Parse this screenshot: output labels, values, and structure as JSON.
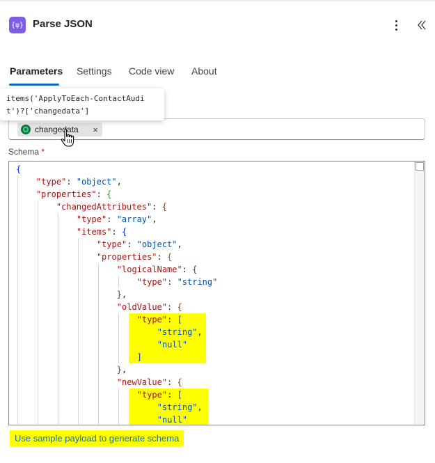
{
  "header": {
    "icon_glyph": "{ψ}",
    "title": "Parse JSON"
  },
  "tabs": [
    {
      "label": "Parameters",
      "active": true
    },
    {
      "label": "Settings",
      "active": false
    },
    {
      "label": "Code view",
      "active": false
    },
    {
      "label": "About",
      "active": false
    }
  ],
  "tooltip": {
    "line1": "items('ApplyToEach-ContactAudi",
    "line2": "t')?['changedata']"
  },
  "content": {
    "token_label": "changedata",
    "remove_glyph": "×"
  },
  "schema": {
    "label": "Schema",
    "required_marker": "*"
  },
  "code_lines": [
    {
      "segs": [
        {
          "t": "{",
          "c": "b1"
        }
      ]
    },
    {
      "segs": [
        {
          "t": "\"type\"",
          "c": "k"
        },
        {
          "t": ": ",
          "c": "p"
        },
        {
          "t": "\"object\"",
          "c": "s"
        },
        {
          "t": ",",
          "c": "p"
        }
      ]
    },
    {
      "segs": [
        {
          "t": "\"properties\"",
          "c": "k"
        },
        {
          "t": ": ",
          "c": "p"
        },
        {
          "t": "{",
          "c": "b2"
        }
      ]
    },
    {
      "segs": [
        {
          "t": "\"changedAttributes\"",
          "c": "k"
        },
        {
          "t": ": ",
          "c": "p"
        },
        {
          "t": "{",
          "c": "b3"
        }
      ]
    },
    {
      "segs": [
        {
          "t": "\"type\"",
          "c": "k"
        },
        {
          "t": ": ",
          "c": "p"
        },
        {
          "t": "\"array\"",
          "c": "s"
        },
        {
          "t": ",",
          "c": "p"
        }
      ]
    },
    {
      "segs": [
        {
          "t": "\"items\"",
          "c": "k"
        },
        {
          "t": ": ",
          "c": "p"
        },
        {
          "t": "{",
          "c": "b1"
        }
      ]
    },
    {
      "segs": [
        {
          "t": "\"type\"",
          "c": "k"
        },
        {
          "t": ": ",
          "c": "p"
        },
        {
          "t": "\"object\"",
          "c": "s"
        },
        {
          "t": ",",
          "c": "p"
        }
      ]
    },
    {
      "segs": [
        {
          "t": "\"properties\"",
          "c": "k"
        },
        {
          "t": ": ",
          "c": "p"
        },
        {
          "t": "{",
          "c": "b2"
        }
      ]
    },
    {
      "segs": [
        {
          "t": "\"logicalName\"",
          "c": "k"
        },
        {
          "t": ": ",
          "c": "p"
        },
        {
          "t": "{",
          "c": "b3"
        }
      ]
    },
    {
      "segs": [
        {
          "t": "\"type\"",
          "c": "k"
        },
        {
          "t": ": ",
          "c": "p"
        },
        {
          "t": "\"string\"",
          "c": "s"
        }
      ]
    },
    {
      "segs": [
        {
          "t": "}",
          "c": "b3"
        },
        {
          "t": ",",
          "c": "p"
        }
      ]
    },
    {
      "segs": [
        {
          "t": "\"oldValue\"",
          "c": "k"
        },
        {
          "t": ": ",
          "c": "p"
        },
        {
          "t": "{",
          "c": "b3"
        }
      ]
    },
    {
      "segs": [
        {
          "t": "\"type\"",
          "c": "k"
        },
        {
          "t": ": ",
          "c": "p"
        },
        {
          "t": "[",
          "c": "b1"
        }
      ]
    },
    {
      "segs": [
        {
          "t": "\"string\"",
          "c": "s"
        },
        {
          "t": ",",
          "c": "p"
        }
      ]
    },
    {
      "segs": [
        {
          "t": "\"null\"",
          "c": "s"
        }
      ]
    },
    {
      "segs": [
        {
          "t": "]",
          "c": "b1"
        }
      ]
    },
    {
      "segs": [
        {
          "t": "}",
          "c": "b3"
        },
        {
          "t": ",",
          "c": "p"
        }
      ]
    },
    {
      "segs": [
        {
          "t": "\"newValue\"",
          "c": "k"
        },
        {
          "t": ": ",
          "c": "p"
        },
        {
          "t": "{",
          "c": "b3"
        }
      ]
    },
    {
      "segs": [
        {
          "t": "\"type\"",
          "c": "k"
        },
        {
          "t": ": ",
          "c": "p"
        },
        {
          "t": "[",
          "c": "b1"
        }
      ]
    },
    {
      "segs": [
        {
          "t": "\"string\"",
          "c": "s"
        },
        {
          "t": ",",
          "c": "p"
        }
      ]
    },
    {
      "segs": [
        {
          "t": "\"null\"",
          "c": "s"
        }
      ]
    }
  ],
  "sample_link": "Use sample payload to generate schema",
  "colors": {
    "accent": "#0f6cbd",
    "action_icon": "#7d5ce6",
    "highlight": "#ffff00",
    "json_key": "#a31515",
    "json_string": "#0451a5"
  }
}
